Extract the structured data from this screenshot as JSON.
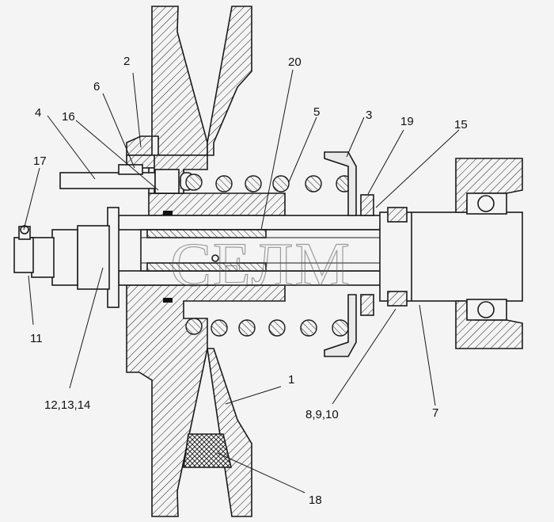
{
  "watermark": "СЕЛМ",
  "callouts": {
    "c1": "1",
    "c2": "2",
    "c3": "3",
    "c4": "4",
    "c5": "5",
    "c6": "6",
    "c7": "7",
    "c8": "8,9,10",
    "c11": "11",
    "c12": "12,13,14",
    "c15": "15",
    "c16": "16",
    "c17": "17",
    "c18": "18",
    "c19": "19",
    "c20": "20"
  }
}
